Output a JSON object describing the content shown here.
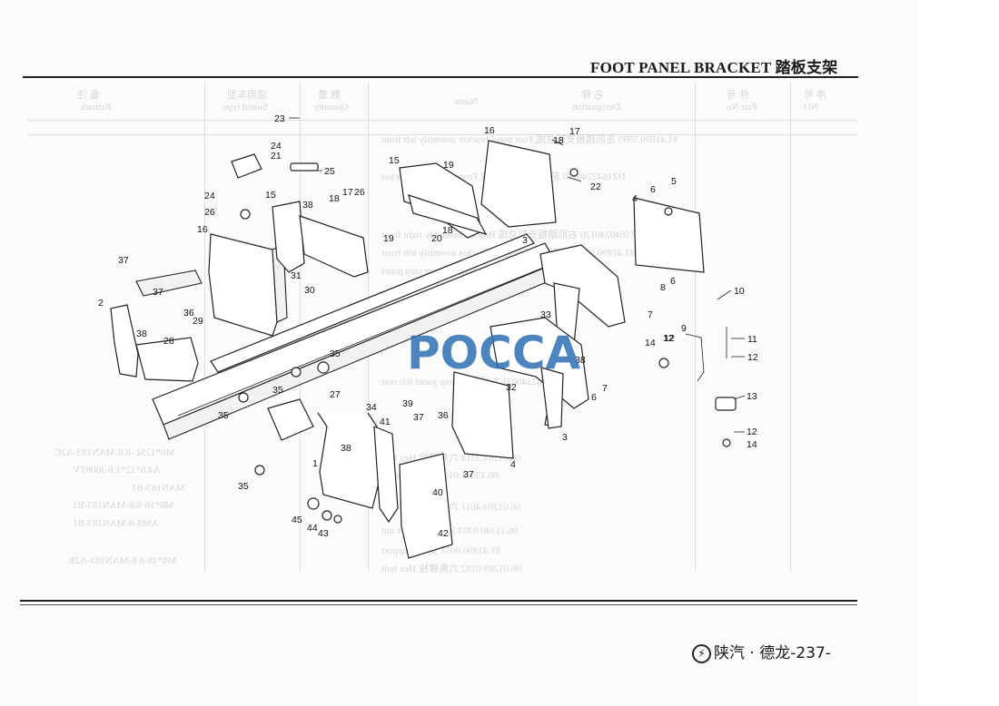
{
  "header": {
    "title": "FOOT PANEL BRACKET 踏板支架"
  },
  "footer": {
    "logo_glyph": "⚡",
    "text": "陕汽 · 德龙-237-"
  },
  "watermark": {
    "text": "POCCA",
    "color": "#2d6fb3"
  },
  "ghost_table": {
    "headers": [
      "备 注",
      "适用车型",
      "数 量",
      "Name",
      "名 称",
      "件 号",
      "序 号"
    ],
    "subheaders": [
      "Remark",
      "Suited type",
      "Quantity",
      "",
      "Designation",
      "Part No",
      "NO"
    ],
    "rows": [
      "81.41890.5999  左前踏板支架总成  Foot panel bracket assembly left front",
      "DZ1642240110   前脚踏板支架总成  Front foot panel bracket",
      "DZ1640240120   右前踏板支架总成  Bracket assembly right front",
      "81.41890.5003  左前踏板支架总成  Bracket assembly left front",
      "DZ1640240043   右前踏板  Front step panel",
      "DZ1642240021   左后踏板  Step panel left rear",
      "06.01203.3314  六角螺栓  Hex bolt",
      "06.13911.0109  垫 片  Washer",
      "06.01203.4011  六角螺栓  Hex bolt",
      "06.11340.0303  六角螺母  Hex nut",
      "81.41890.0051  支 架  Support",
      "06.01289.0182  六角螺栓  Hex bolt"
    ],
    "remarks": [
      "M6*12SL-8.8-MAN183-A2C",
      "A4.6*12*1.6-J008TV",
      "MAN183-B1",
      "M8*16-8.8-MAN183-B1",
      "AM8-8-MAN183-B1",
      "M8*18-8.8-MAN183-A2R"
    ]
  },
  "callouts": [
    "23",
    "24",
    "21",
    "25",
    "24",
    "26",
    "15",
    "38",
    "18",
    "17",
    "26",
    "16",
    "17",
    "18",
    "15",
    "19",
    "22",
    "20",
    "18",
    "19",
    "16",
    "6",
    "5",
    "4",
    "37",
    "37",
    "2",
    "36",
    "29",
    "38",
    "28",
    "31",
    "30",
    "3",
    "8",
    "6",
    "10",
    "7",
    "9",
    "11",
    "12",
    "35",
    "35",
    "33",
    "14",
    "12",
    "35",
    "38",
    "32",
    "6",
    "7",
    "12",
    "13",
    "12",
    "14",
    "27",
    "34",
    "39",
    "37",
    "36",
    "41",
    "38",
    "3",
    "4",
    "37",
    "40",
    "35",
    "45",
    "44",
    "43",
    "42",
    "1"
  ]
}
